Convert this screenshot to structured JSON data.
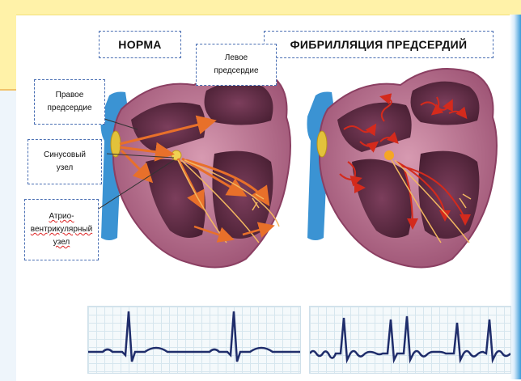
{
  "labels": {
    "normal_title": "НОРМА",
    "afib_title": "ФИБРИЛЛЯЦИЯ ПРЕДСЕРДИЙ",
    "left_atrium_1": "Левое",
    "left_atrium_2": "предсердие",
    "right_atrium_1": "Правое",
    "right_atrium_2": "предсердие",
    "sinus_node_1": "Синусовый",
    "sinus_node_2": "узел",
    "av_node_1": "Атрио-",
    "av_node_2": "вентрикулярный",
    "av_node_3": "узел"
  },
  "colors": {
    "label_border": "#4a6fb3",
    "heart_wall": "#b86b88",
    "heart_inner": "#5a2a40",
    "aorta_blue": "#3b93d3",
    "signal_orange": "#e8702a",
    "chaotic_red": "#d42a1c",
    "ecg_trace": "#1f2d6b"
  },
  "icons": [
    "heart-illustration-normal",
    "heart-illustration-afib",
    "ecg-normal-strip",
    "ecg-afib-strip"
  ]
}
